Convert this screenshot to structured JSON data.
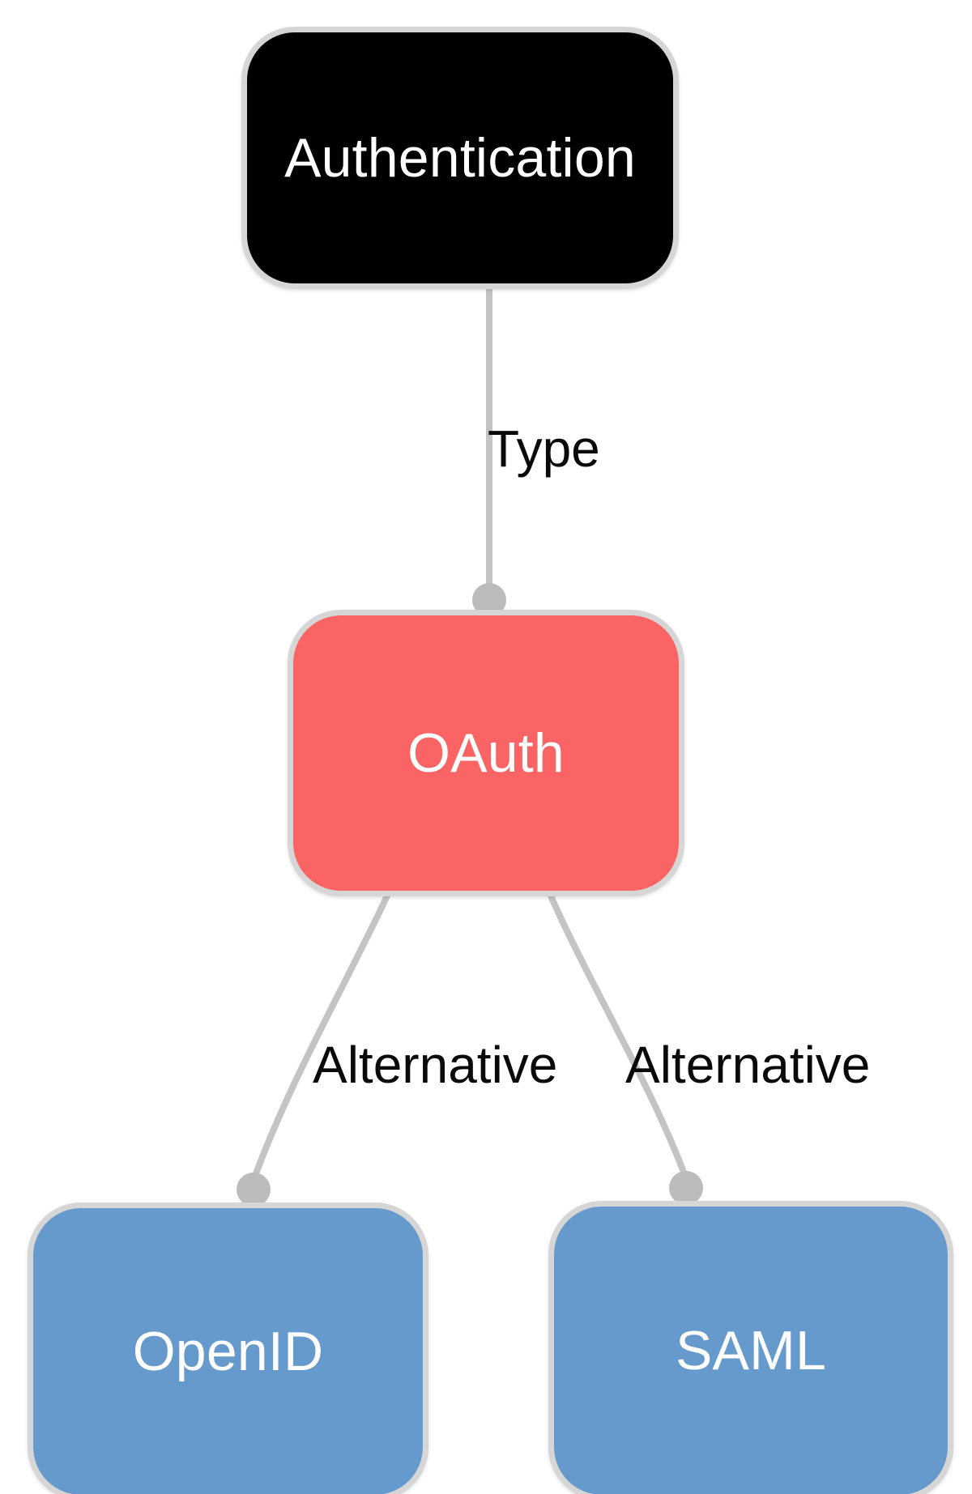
{
  "diagram": {
    "type": "mind-map",
    "title": "Authentication",
    "background_color": "#ffffff",
    "edge_color": "#c4c4c4",
    "edge_dot_color": "#bcbcbc",
    "node_border_color": "#d6d6d6",
    "nodes": [
      {
        "id": "root",
        "label": "Authentication",
        "color": "#000000",
        "text_color": "#ffffff",
        "level": 0
      },
      {
        "id": "oauth",
        "label": "OAuth",
        "color": "#fa6464",
        "text_color": "#ffffff",
        "level": 1
      },
      {
        "id": "openid",
        "label": "OpenID",
        "color": "#6699cc",
        "text_color": "#ffffff",
        "level": 2
      },
      {
        "id": "saml",
        "label": "SAML",
        "color": "#6699cc",
        "text_color": "#ffffff",
        "level": 2
      }
    ],
    "edges": [
      {
        "id": "e-root-oauth",
        "from": "root",
        "to": "oauth",
        "label": "Type"
      },
      {
        "id": "e-oauth-openid",
        "from": "oauth",
        "to": "openid",
        "label": "Alternative"
      },
      {
        "id": "e-oauth-saml",
        "from": "oauth",
        "to": "saml",
        "label": "Alternative"
      }
    ]
  }
}
